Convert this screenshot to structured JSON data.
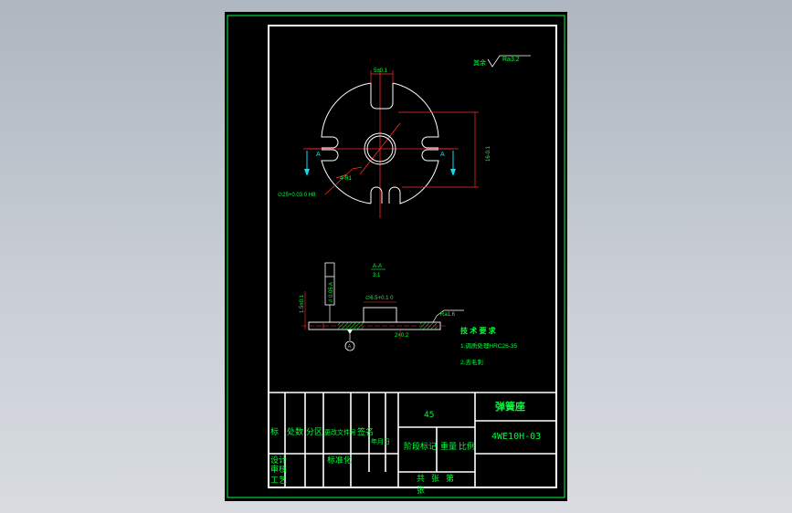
{
  "drawing": {
    "surface_roughness_all": "Ra3.2",
    "surface_roughness_all_prefix": "其余",
    "dim_slot_width": "5±0.1",
    "dim_height": "16-0.1",
    "dim_bore": "∅25+0.03 0 H8",
    "dim_radius": "4-R1",
    "section_mark_left": "A",
    "section_mark_right": "A",
    "section_view_title": "A-A",
    "section_view_scale": "3:1",
    "tolerance_frame": "// 0.05 A",
    "dim_thickness": "1.5±0.1",
    "dim_inner": "∅6.5+0.1 0",
    "chamfer": "2×0.2",
    "roughness_section": "Ra1.6",
    "datum_label": "A",
    "tech_req_title": "技 术 要 求",
    "tech_req_1": "1.调质处理HRC26-35",
    "tech_req_2": "2.去毛刺"
  },
  "title_block": {
    "material": "45",
    "part_name": "弹簧座",
    "drawing_number": "4WE10H-03",
    "left_labels": [
      "标",
      "处数",
      "分区",
      "更改文件号",
      "签名",
      "年月日"
    ],
    "row_labels": [
      "设计",
      "审核",
      "工艺"
    ],
    "std_label": "标准化",
    "mark_labels": [
      "阶段标记",
      "重量",
      "比例"
    ],
    "sheet_labels": [
      "共",
      "张",
      "第",
      "张"
    ]
  },
  "colors": {
    "background": "#000000",
    "border": "#ffffff",
    "outer_frame": "#00ff3a",
    "annotation": "#00ff3a",
    "centerline": "#ff2a2a",
    "dimension": "#ff3030",
    "section_arrow": "#00e5ff",
    "hatch": "#00ff3a",
    "text_white": "#ffffff"
  }
}
